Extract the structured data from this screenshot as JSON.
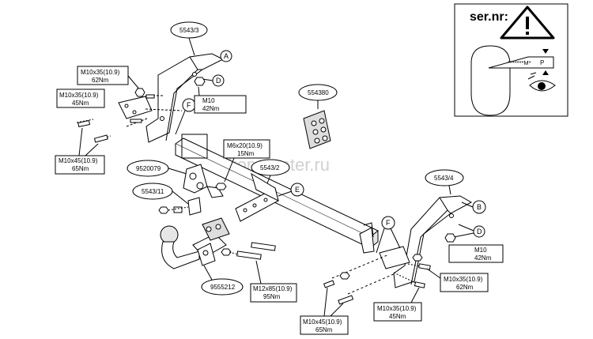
{
  "watermark": "tehkon-center.ru",
  "part_numbers": {
    "top_left_bracket": "5543/3",
    "plate": "554380",
    "socket_bracket": "9520079",
    "beam": "5543/2",
    "small_bracket": "5543/11",
    "right_bracket": "5543/4",
    "ball": "9555212"
  },
  "hardware_labels": {
    "m10x35_top_spec": "M10x35(10.9)",
    "m10x35_top_torque": "62Nm",
    "m10x35_left_spec": "M10x35(10.9)",
    "m10x35_left_torque": "45Nm",
    "m10x45_left_spec": "M10x45(10.9)",
    "m10x45_left_torque": "65Nm",
    "m10_left_spec": "M10",
    "m10_left_torque": "42Nm",
    "m6x20_spec": "M6x20(10.9)",
    "m6x20_torque": "15Nm",
    "m10_right_spec": "M10",
    "m10_right_torque": "42Nm",
    "m10x35_right_top_spec": "M10x35(10.9)",
    "m10x35_right_top_torque": "62Nm",
    "m10x35_right_bottom_spec": "M10x35(10.9)",
    "m10x35_right_bottom_torque": "45Nm",
    "m12x85_spec": "M12x85(10.9)",
    "m12x85_torque": "95Nm",
    "m10x45_bottom_spec": "M10x45(10.9)",
    "m10x45_bottom_torque": "65Nm"
  },
  "callouts": {
    "a": "A",
    "b": "B",
    "d_left": "D",
    "d_right": "D",
    "e": "E",
    "f_left": "F",
    "f_right": "F"
  },
  "serial_box": {
    "title": "ser.nr:",
    "code": "*******M*",
    "p": "P"
  },
  "colors": {
    "line": "#000000",
    "part_fill": "#ffffff",
    "shade": "#e6e6e6",
    "watermark": "#d0d0d0"
  }
}
